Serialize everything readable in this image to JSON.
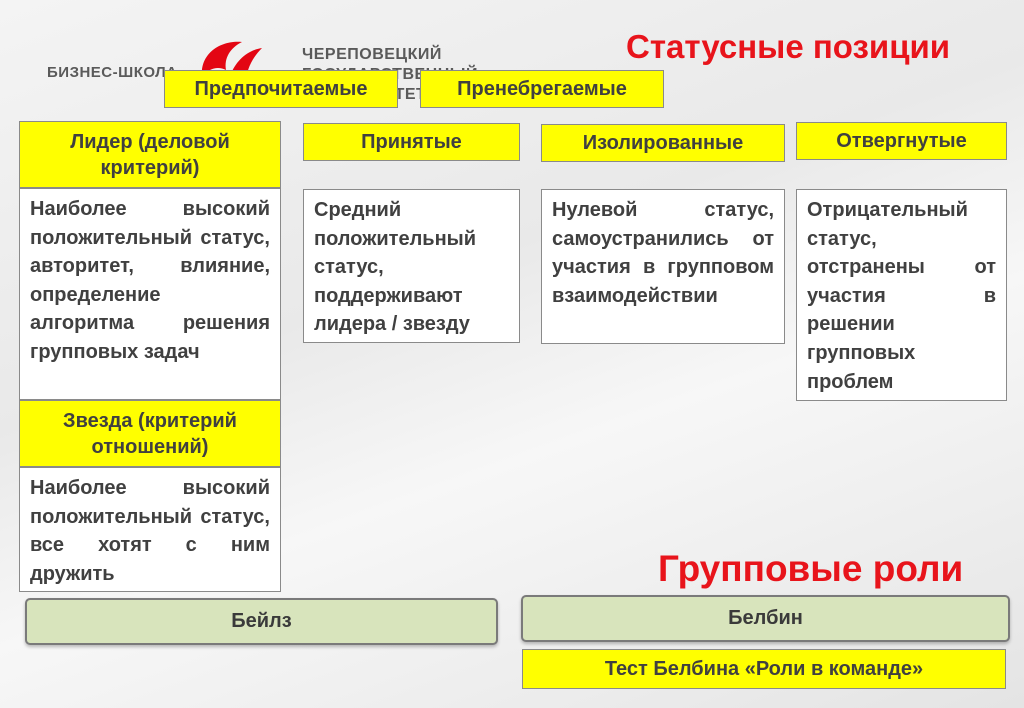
{
  "header": {
    "logo_left": "БИЗНЕС-ШКОЛА",
    "logo_right_line1": "ЧЕРЕПОВЕЦКИЙ",
    "logo_right_line2": "ГОСУДАРСТВЕННЫЙ",
    "logo_right_line3": "УНИВЕРСИТЕТ",
    "title": "Статусные позиции"
  },
  "categories": {
    "preferred": "Предпочитаемые",
    "neglected": "Пренебрегаемые"
  },
  "columns": {
    "leader": {
      "heading": "Лидер (деловой критерий)",
      "text": "Наиболее высокий положительный статус, авторитет, влияние, определение алгоритма решения групповых задач"
    },
    "star": {
      "heading": "Звезда (критерий отношений)",
      "text": "Наиболее высокий положительный статус, все хотят с ним дружить"
    },
    "accepted": {
      "heading": "Принятые",
      "text": "Средний положительный статус, поддерживают лидера / звезду"
    },
    "isolated": {
      "heading": "Изолированные",
      "text": "Нулевой статус, самоустранились от участия в групповом взаимодействии"
    },
    "rejected": {
      "heading": "Отвергнутые",
      "text": "Отрицательный статус, отстранены от участия в решении групповых проблем"
    }
  },
  "roles": {
    "title": "Групповые роли",
    "bales": "Бейлз",
    "belbin": "Белбин",
    "belbin_test": "Тест Белбина «Роли в команде»"
  },
  "colors": {
    "accent_yellow": "#ffff00",
    "title_red": "#e8141b",
    "role_green": "#d8e4bc",
    "logo_red": "#e30613",
    "logo_green": "#3aa935"
  }
}
